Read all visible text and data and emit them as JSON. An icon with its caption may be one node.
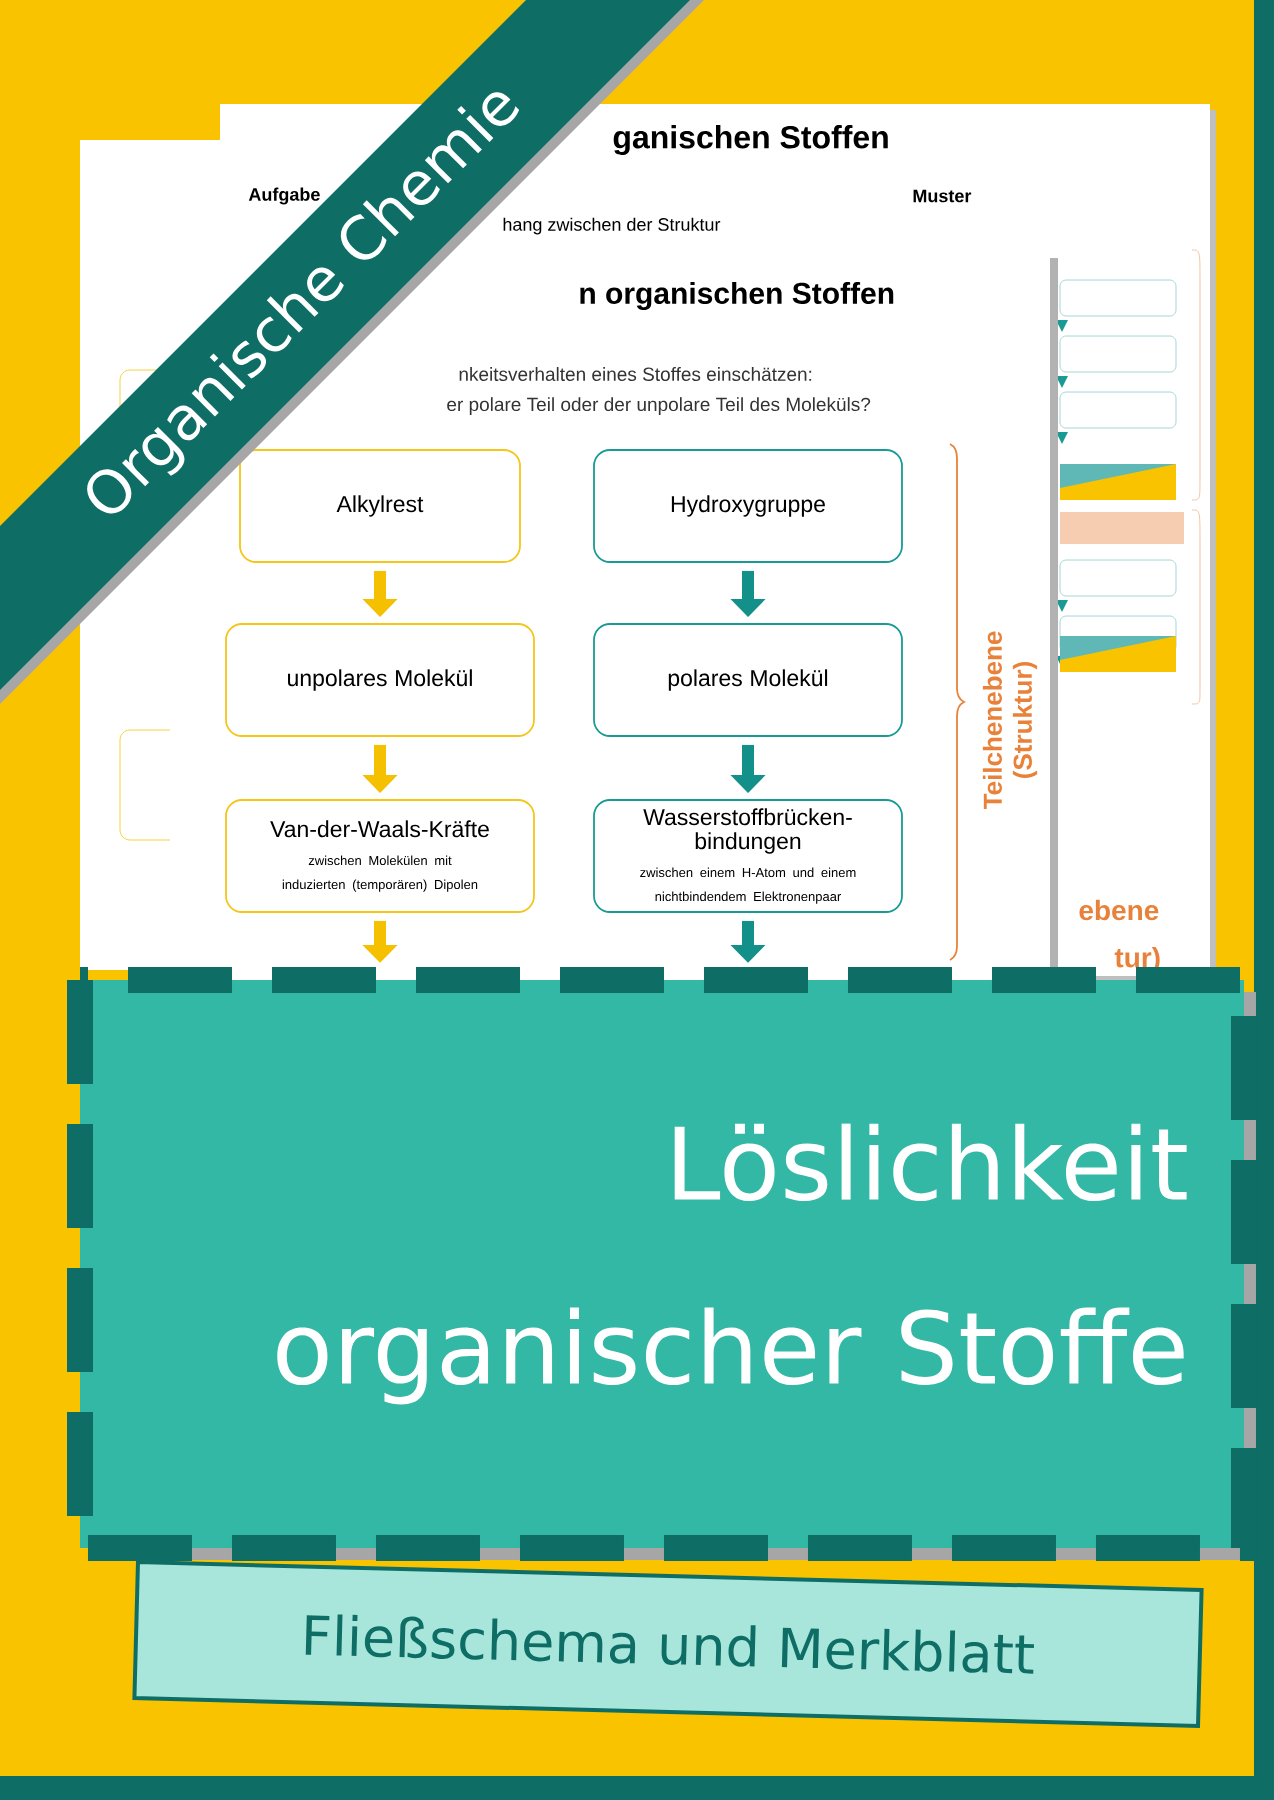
{
  "diagram": {
    "title": "Löslichkeit organischer Stoffe",
    "nodes": [
      {
        "text": [
          "Alkylrest"
        ]
      },
      {
        "text": [
          "unpolares Molekül"
        ]
      },
      {
        "text": [
          "Van-der-Waals-Kräfte",
          "zwischen Molekülen mit induzierten (temporären) Dipolen"
        ]
      },
      {
        "text": [
          "Hydroxygruppe"
        ]
      },
      {
        "text": [
          "polares Molekül"
        ]
      },
      {
        "text": [
          "Wasserstoffbrücken- bindungen",
          "zwischen einem H-Atom und einem nichtbindendem Elektronenpaar"
        ]
      }
    ],
    "edges": [
      {
        "from": 0,
        "to": 1,
        "arrow": "to",
        "color": "#f5c000"
      },
      {
        "from": 1,
        "to": 2,
        "arrow": "to",
        "color": "#f5c000"
      },
      {
        "from": 2,
        "to": null,
        "arrow": "to",
        "color": "#f5c000"
      },
      {
        "from": 3,
        "to": 4,
        "arrow": "to",
        "color": "#14908a"
      },
      {
        "from": 4,
        "to": 5,
        "arrow": "to",
        "color": "#14908a"
      },
      {
        "from": 5,
        "to": null,
        "arrow": "to",
        "color": "#14908a"
      }
    ],
    "labels": [
      "ganischen Stoffen",
      "Aufgabe",
      "hang zwischen der Struktur",
      "Muster",
      "Organische Chemie",
      "n organischen Stoffen",
      "nkeitsverhalten eines Stoffes einschätzen:",
      "er polare Teil oder der unpolare Teil des Moleküls?",
      "Teilchenebene (Struktur)",
      "ebene",
      "tur)",
      "Fließschema und Merkblatt"
    ]
  }
}
